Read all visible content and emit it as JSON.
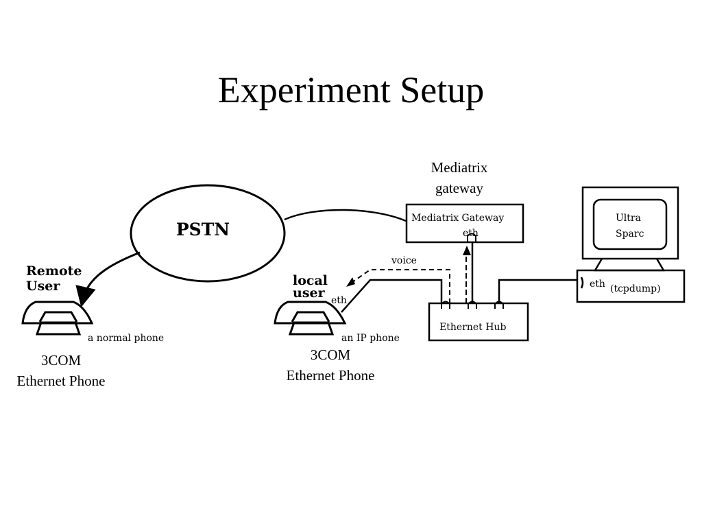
{
  "slide": {
    "title": "Experiment Setup"
  },
  "diagram": {
    "pstn": "PSTN",
    "remote_user": {
      "line1": "Remote",
      "line2": "User"
    },
    "normal_phone": "a normal phone",
    "remote_phone_caption": {
      "line1": "3COM",
      "line2": "Ethernet Phone"
    },
    "local_user": {
      "line1": "local",
      "line2": "user"
    },
    "local_eth": "eth",
    "ip_phone": "an IP phone",
    "local_phone_caption": {
      "line1": "3COM",
      "line2": "Ethernet Phone"
    },
    "voice": "voice",
    "gateway_caption": {
      "line1": "Mediatrix",
      "line2": "gateway"
    },
    "gateway_box": {
      "label": "Mediatrix Gateway",
      "port": "eth"
    },
    "hub_box": {
      "label": "Ethernet Hub"
    },
    "ultrasparc": {
      "line1": "Ultra",
      "line2": "Sparc",
      "eth": "eth",
      "tool": "(tcpdump)"
    }
  }
}
